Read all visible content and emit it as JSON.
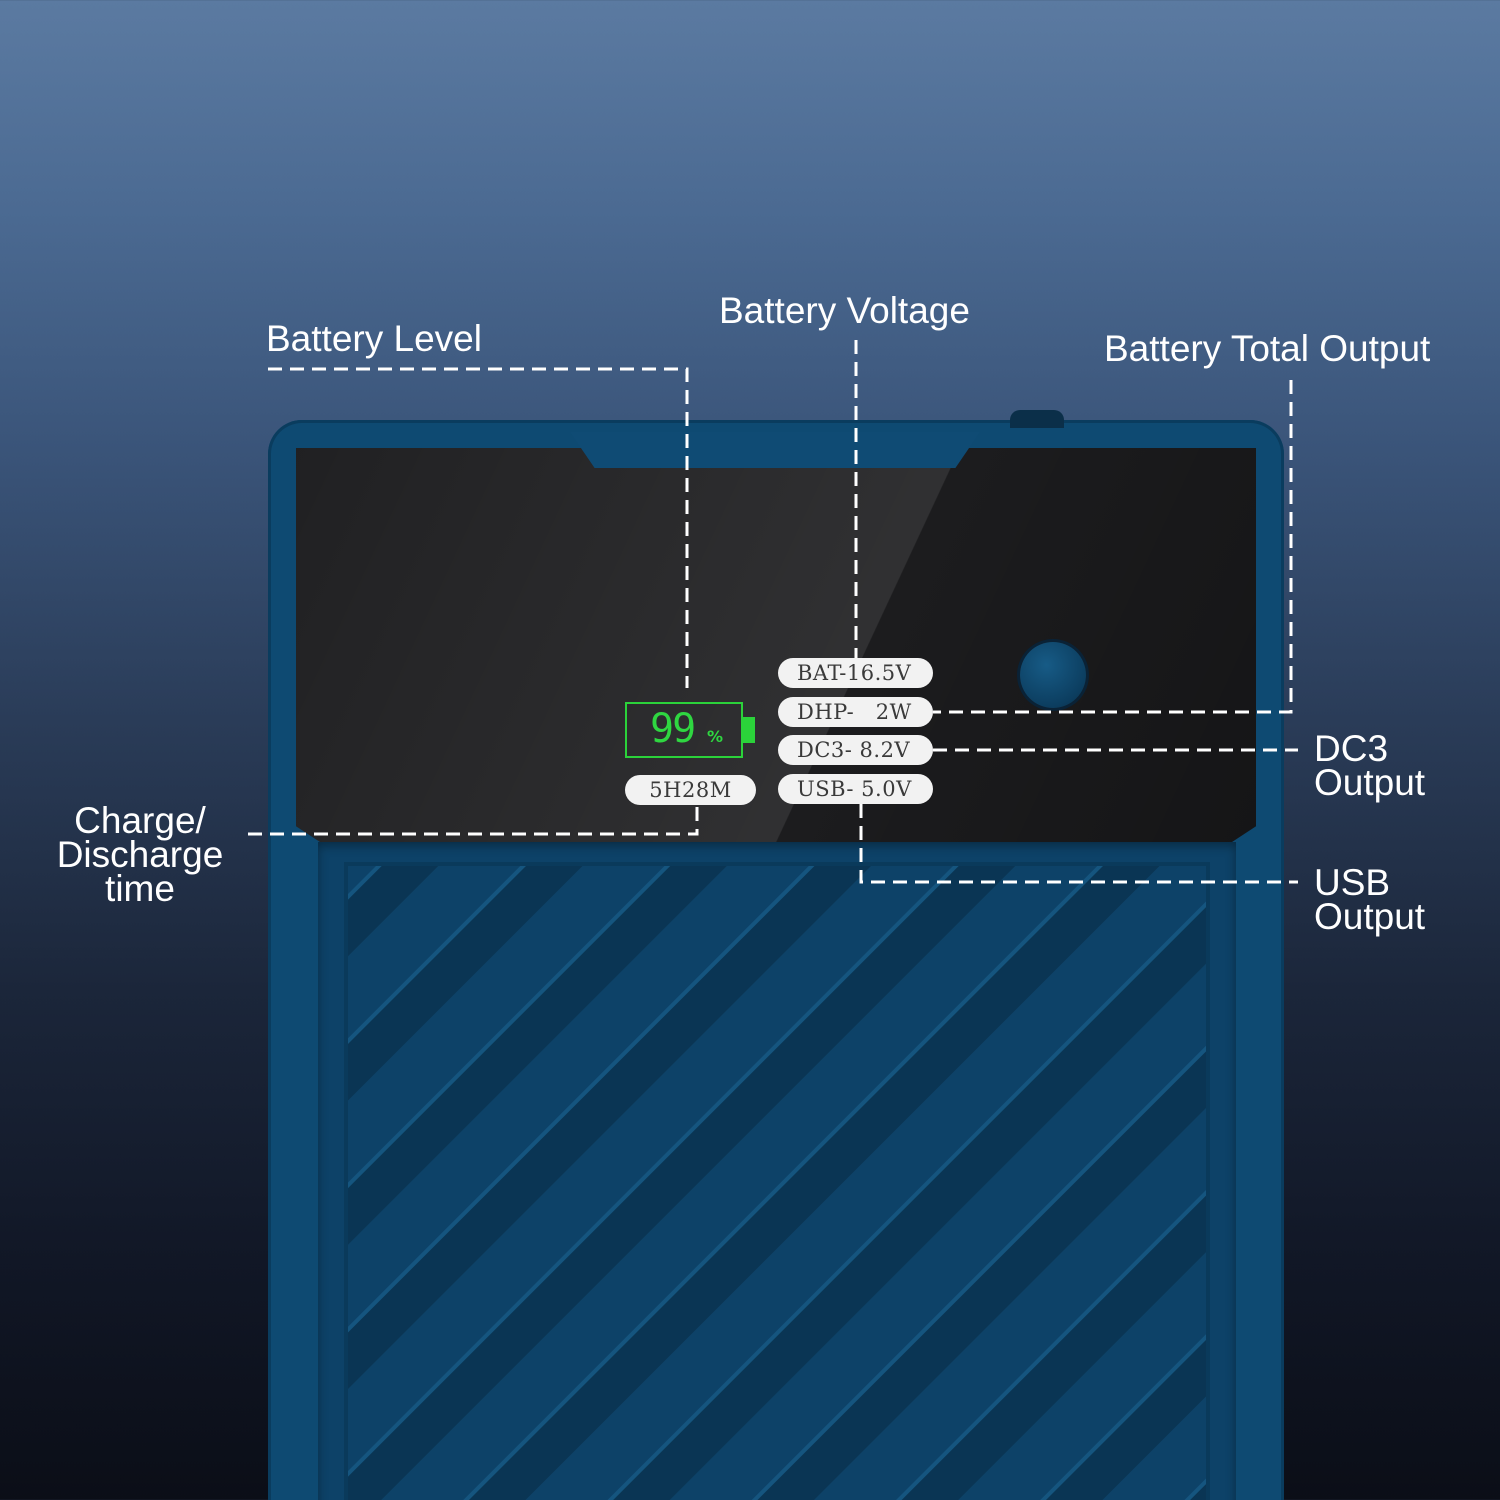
{
  "labels": {
    "battery_level": "Battery Level",
    "battery_voltage": "Battery Voltage",
    "battery_total_output": "Battery Total Output",
    "dc3_output_line1": "DC3",
    "dc3_output_line2": "Output",
    "usb_output_line1": "USB",
    "usb_output_line2": "Output",
    "charge_line1": "Charge/",
    "charge_line2": "Discharge",
    "charge_line3": "time"
  },
  "display": {
    "battery_percent": "99",
    "battery_unit": "%",
    "time_remaining": "5H28M",
    "bat_voltage": "BAT-16.5V",
    "dhp_power": "DHP-   2W",
    "dc3_voltage": "DC3- 8.2V",
    "usb_voltage": "USB- 5.0V"
  },
  "colors": {
    "lcd_green": "#2fd641",
    "device_blue": "#0e4a72",
    "screen_black": "#1c1c1e"
  }
}
